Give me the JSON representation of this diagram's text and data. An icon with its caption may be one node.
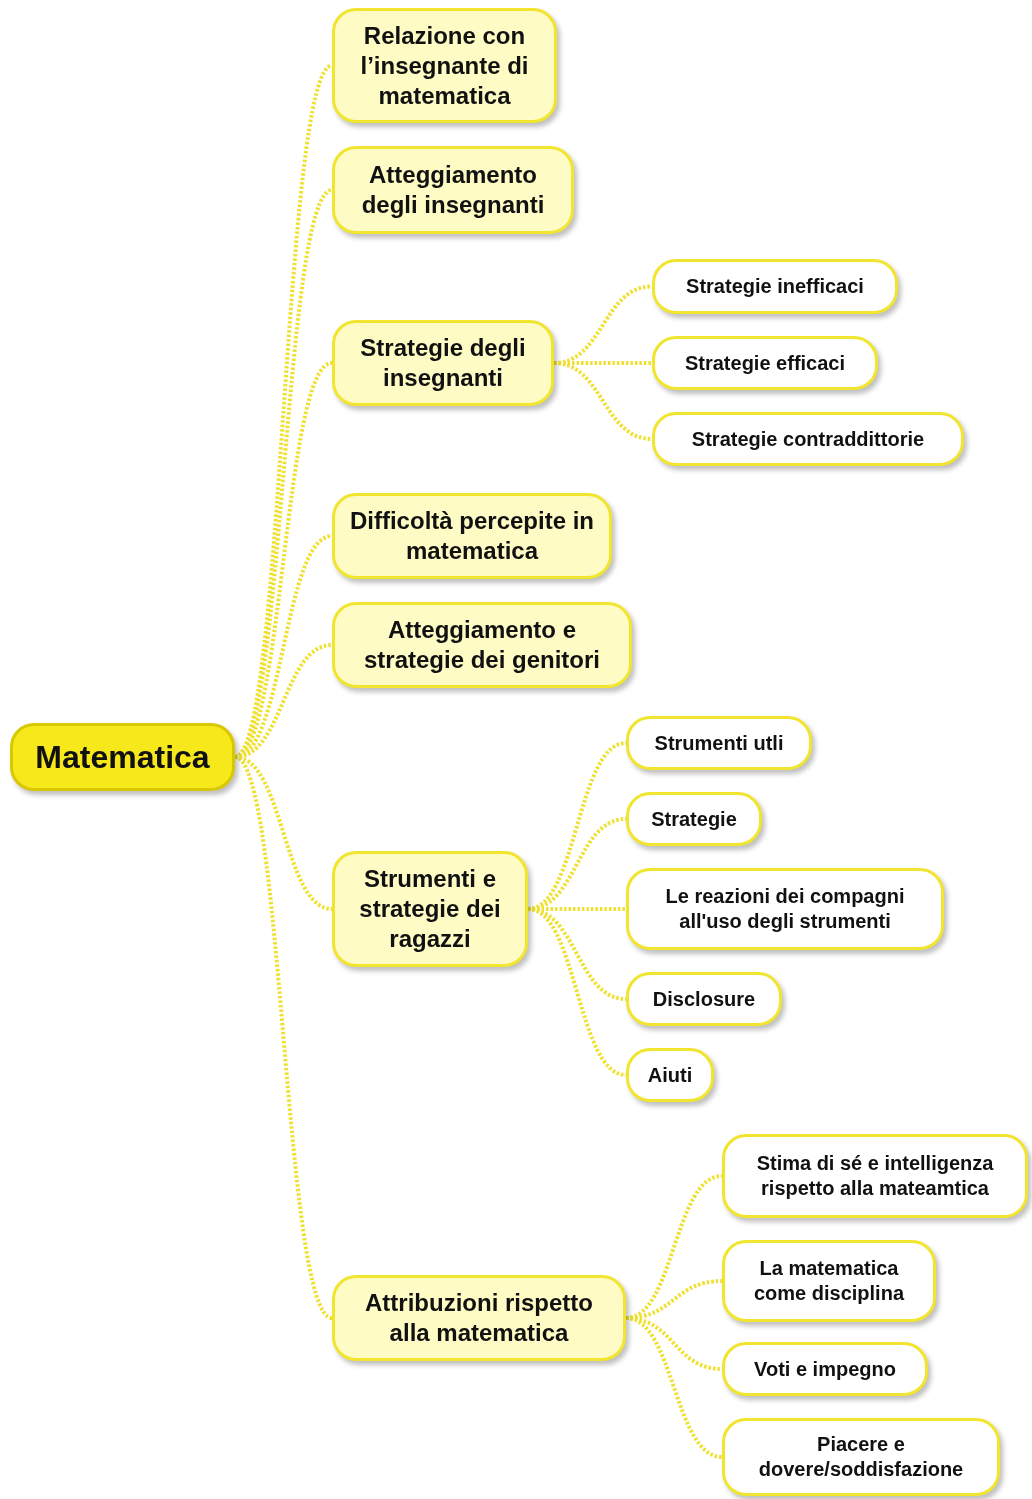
{
  "diagram": {
    "nodes": [
      {
        "text": [
          "Matematica"
        ]
      },
      {
        "text": [
          "Relazione con l’insegnante di matematica"
        ]
      },
      {
        "text": [
          "Atteggiamento degli insegnanti"
        ]
      },
      {
        "text": [
          "Strategie degli insegnanti"
        ]
      },
      {
        "text": [
          "Strategie inefficaci"
        ]
      },
      {
        "text": [
          "Strategie efficaci"
        ]
      },
      {
        "text": [
          "Strategie contraddittorie"
        ]
      },
      {
        "text": [
          "Difficoltà percepite in matematica"
        ]
      },
      {
        "text": [
          "Atteggiamento e strategie dei genitori"
        ]
      },
      {
        "text": [
          "Strumenti e strategie dei ragazzi"
        ]
      },
      {
        "text": [
          "Strumenti utli"
        ]
      },
      {
        "text": [
          "Strategie"
        ]
      },
      {
        "text": [
          "Le reazioni dei compagni all'uso degli strumenti"
        ]
      },
      {
        "text": [
          "Disclosure"
        ]
      },
      {
        "text": [
          "Aiuti"
        ]
      },
      {
        "text": [
          "Attribuzioni rispetto alla matematica"
        ]
      },
      {
        "text": [
          "Stima di sé e intelligenza rispetto alla mateamtica"
        ]
      },
      {
        "text": [
          "La matematica come disciplina"
        ]
      },
      {
        "text": [
          "Voti e impegno"
        ]
      },
      {
        "text": [
          "Piacere e dovere/soddisfazione"
        ]
      }
    ],
    "edges": [
      {
        "from": 0,
        "to": 1,
        "arrow": "none"
      },
      {
        "from": 0,
        "to": 2,
        "arrow": "none"
      },
      {
        "from": 0,
        "to": 3,
        "arrow": "none"
      },
      {
        "from": 3,
        "to": 4,
        "arrow": "none"
      },
      {
        "from": 3,
        "to": 5,
        "arrow": "none"
      },
      {
        "from": 3,
        "to": 6,
        "arrow": "none"
      },
      {
        "from": 0,
        "to": 7,
        "arrow": "none"
      },
      {
        "from": 0,
        "to": 8,
        "arrow": "none"
      },
      {
        "from": 0,
        "to": 9,
        "arrow": "none"
      },
      {
        "from": 9,
        "to": 10,
        "arrow": "none"
      },
      {
        "from": 9,
        "to": 11,
        "arrow": "none"
      },
      {
        "from": 9,
        "to": 12,
        "arrow": "none"
      },
      {
        "from": 9,
        "to": 13,
        "arrow": "none"
      },
      {
        "from": 9,
        "to": 14,
        "arrow": "none"
      },
      {
        "from": 0,
        "to": 15,
        "arrow": "none"
      },
      {
        "from": 15,
        "to": 16,
        "arrow": "none"
      },
      {
        "from": 15,
        "to": 17,
        "arrow": "none"
      },
      {
        "from": 15,
        "to": 18,
        "arrow": "none"
      },
      {
        "from": 15,
        "to": 19,
        "arrow": "none"
      }
    ]
  }
}
